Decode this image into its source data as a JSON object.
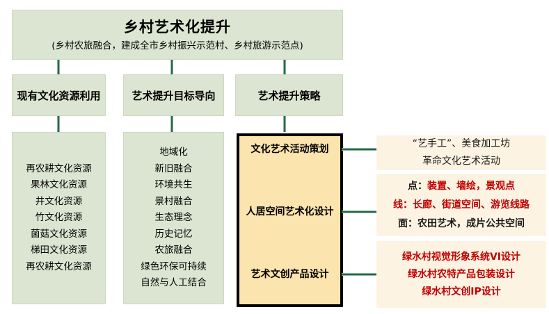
{
  "colors": {
    "box_green": "#dce5d1",
    "box_cream_strategy": "#fce4ae",
    "box_cream_detail": "#fdf3e2",
    "connector_green": "#26694a",
    "strategy_border": "#000000",
    "text_black": "#1a1a1a",
    "text_red": "#c00000"
  },
  "root_box": {
    "title": "乡村艺术化提升",
    "subtitle": "(乡村农旅融合，建成全市乡村振兴示范村、乡村旅游示范点)"
  },
  "branches": [
    {
      "label": "现有文化资源利用"
    },
    {
      "label": "艺术提升目标导向"
    },
    {
      "label": "艺术提升策略"
    }
  ],
  "resource_list": {
    "items": [
      "再农耕文化资源",
      "果林文化资源",
      "井文化资源",
      "竹文化资源",
      "菌菇文化资源",
      "梯田文化资源",
      "再农耕文化资源"
    ]
  },
  "goal_list": {
    "items": [
      "地域化",
      "新旧融合",
      "环境共生",
      "景村融合",
      "生态理念",
      "历史记忆",
      "农旅融合",
      "绿色环保可持续",
      "自然与人工结合"
    ]
  },
  "strategy_box": {
    "items": [
      "文化艺术活动策划",
      "人居空间艺术化设计",
      "艺术文创产品设计"
    ]
  },
  "detail_boxes": {
    "activities": {
      "lines": [
        {
          "text": "“艺手工”、美食加工坊",
          "color": "#1a1a1a"
        },
        {
          "text": "革命文化艺术活动",
          "color": "#1a1a1a"
        }
      ]
    },
    "space_design": {
      "lines": [
        {
          "label": "点：",
          "label_color": "#1a1a1a",
          "text": "装置、墙绘，景观点",
          "color": "#c00000"
        },
        {
          "label": "线：",
          "label_color": "#c00000",
          "text": "长廊、街道空间、游览线路",
          "color": "#c00000"
        },
        {
          "label": "面：",
          "label_color": "#1a1a1a",
          "text": "农田艺术，成片公共空间",
          "color": "#1a1a1a"
        }
      ]
    },
    "products": {
      "lines": [
        {
          "text": "绿水村视觉形象系统VI设计",
          "color": "#c00000"
        },
        {
          "text": "绿水村农特产品包装设计",
          "color": "#c00000"
        },
        {
          "text": "绿水村文创IP设计",
          "color": "#c00000"
        }
      ]
    }
  }
}
